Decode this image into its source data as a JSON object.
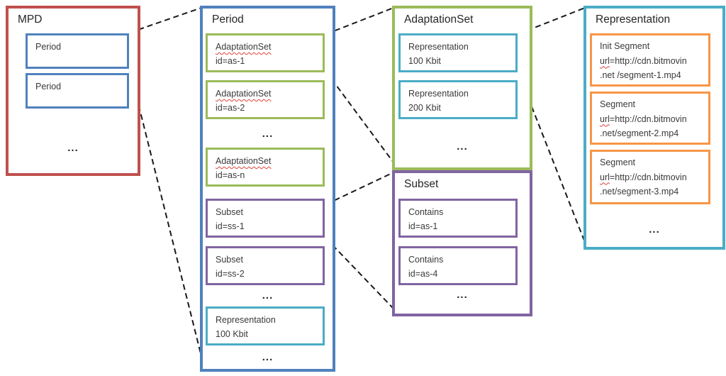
{
  "diagram": {
    "colors": {
      "mpd_border": "#C0504D",
      "period_border": "#4F81BD",
      "adaptationset_border": "#9BBB59",
      "subset_border": "#8064A2",
      "representation_border": "#4BACC6",
      "segment_border": "#F79646",
      "connector": "#1a1a1a",
      "spellcheck_wavy": "#e0413a"
    },
    "mpd": {
      "title": "MPD",
      "periods": [
        "Period",
        "Period"
      ],
      "ellipsis": "..."
    },
    "period": {
      "title": "Period",
      "adaptation_sets": [
        {
          "name": "AdaptationSet",
          "id": "id=as-1"
        },
        {
          "name": "AdaptationSet",
          "id": "id=as-2"
        },
        {
          "name": "AdaptationSet",
          "id": "id=as-n"
        }
      ],
      "ellipsis1": "...",
      "subsets": [
        {
          "name": "Subset",
          "id": "id=ss-1"
        },
        {
          "name": "Subset",
          "id": "id=ss-2"
        }
      ],
      "ellipsis2": "...",
      "representation": {
        "name": "Representation",
        "bitrate": "100 Kbit"
      },
      "ellipsis3": "..."
    },
    "adaptation_set": {
      "title": "AdaptationSet",
      "representations": [
        {
          "name": "Representation",
          "bitrate": "100 Kbit"
        },
        {
          "name": "Representation",
          "bitrate": "200 Kbit"
        }
      ],
      "ellipsis": "..."
    },
    "subset": {
      "title": "Subset",
      "contains": [
        {
          "name": "Contains",
          "id": "id=as-1"
        },
        {
          "name": "Contains",
          "id": "id=as-4"
        }
      ],
      "ellipsis": "..."
    },
    "representation": {
      "title": "Representation",
      "segments": [
        {
          "name": "Init Segment",
          "url_word": "url",
          "url_rest": "=http://cdn.bitmovin",
          "url_line2": ".net /segment-1.mp4"
        },
        {
          "name": "Segment",
          "url_word": "url",
          "url_rest": "=http://cdn.bitmovin",
          "url_line2": ".net/segment-2.mp4"
        },
        {
          "name": "Segment",
          "url_word": "url",
          "url_rest": "=http://cdn.bitmovin",
          "url_line2": ".net/segment-3.mp4"
        }
      ],
      "ellipsis": "..."
    }
  }
}
